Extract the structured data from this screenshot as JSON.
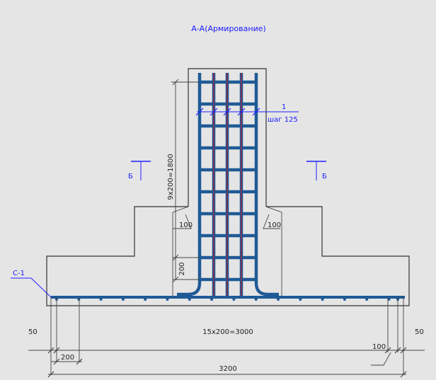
{
  "title": "А-А(Армирование)",
  "section_marks": [
    "Б",
    "Б"
  ],
  "rebar_callout": {
    "position": "1",
    "spacing": "шаг 125"
  },
  "mesh_label": "С-1",
  "dimensions": {
    "column_vertical": "9х200=1800",
    "column_bottom_step": "200",
    "offset_left": "100",
    "offset_right": "100",
    "edge_left": "50",
    "edge_right": "50",
    "bottom_spacing": "15х200=3000",
    "first_step": "200",
    "last_step": "100",
    "total_width": "3200"
  },
  "colors": {
    "rebar": "#1f5a96",
    "rebar_core": "#8b2a4a",
    "annotation": "#1a1aff",
    "outline": "#333333"
  }
}
